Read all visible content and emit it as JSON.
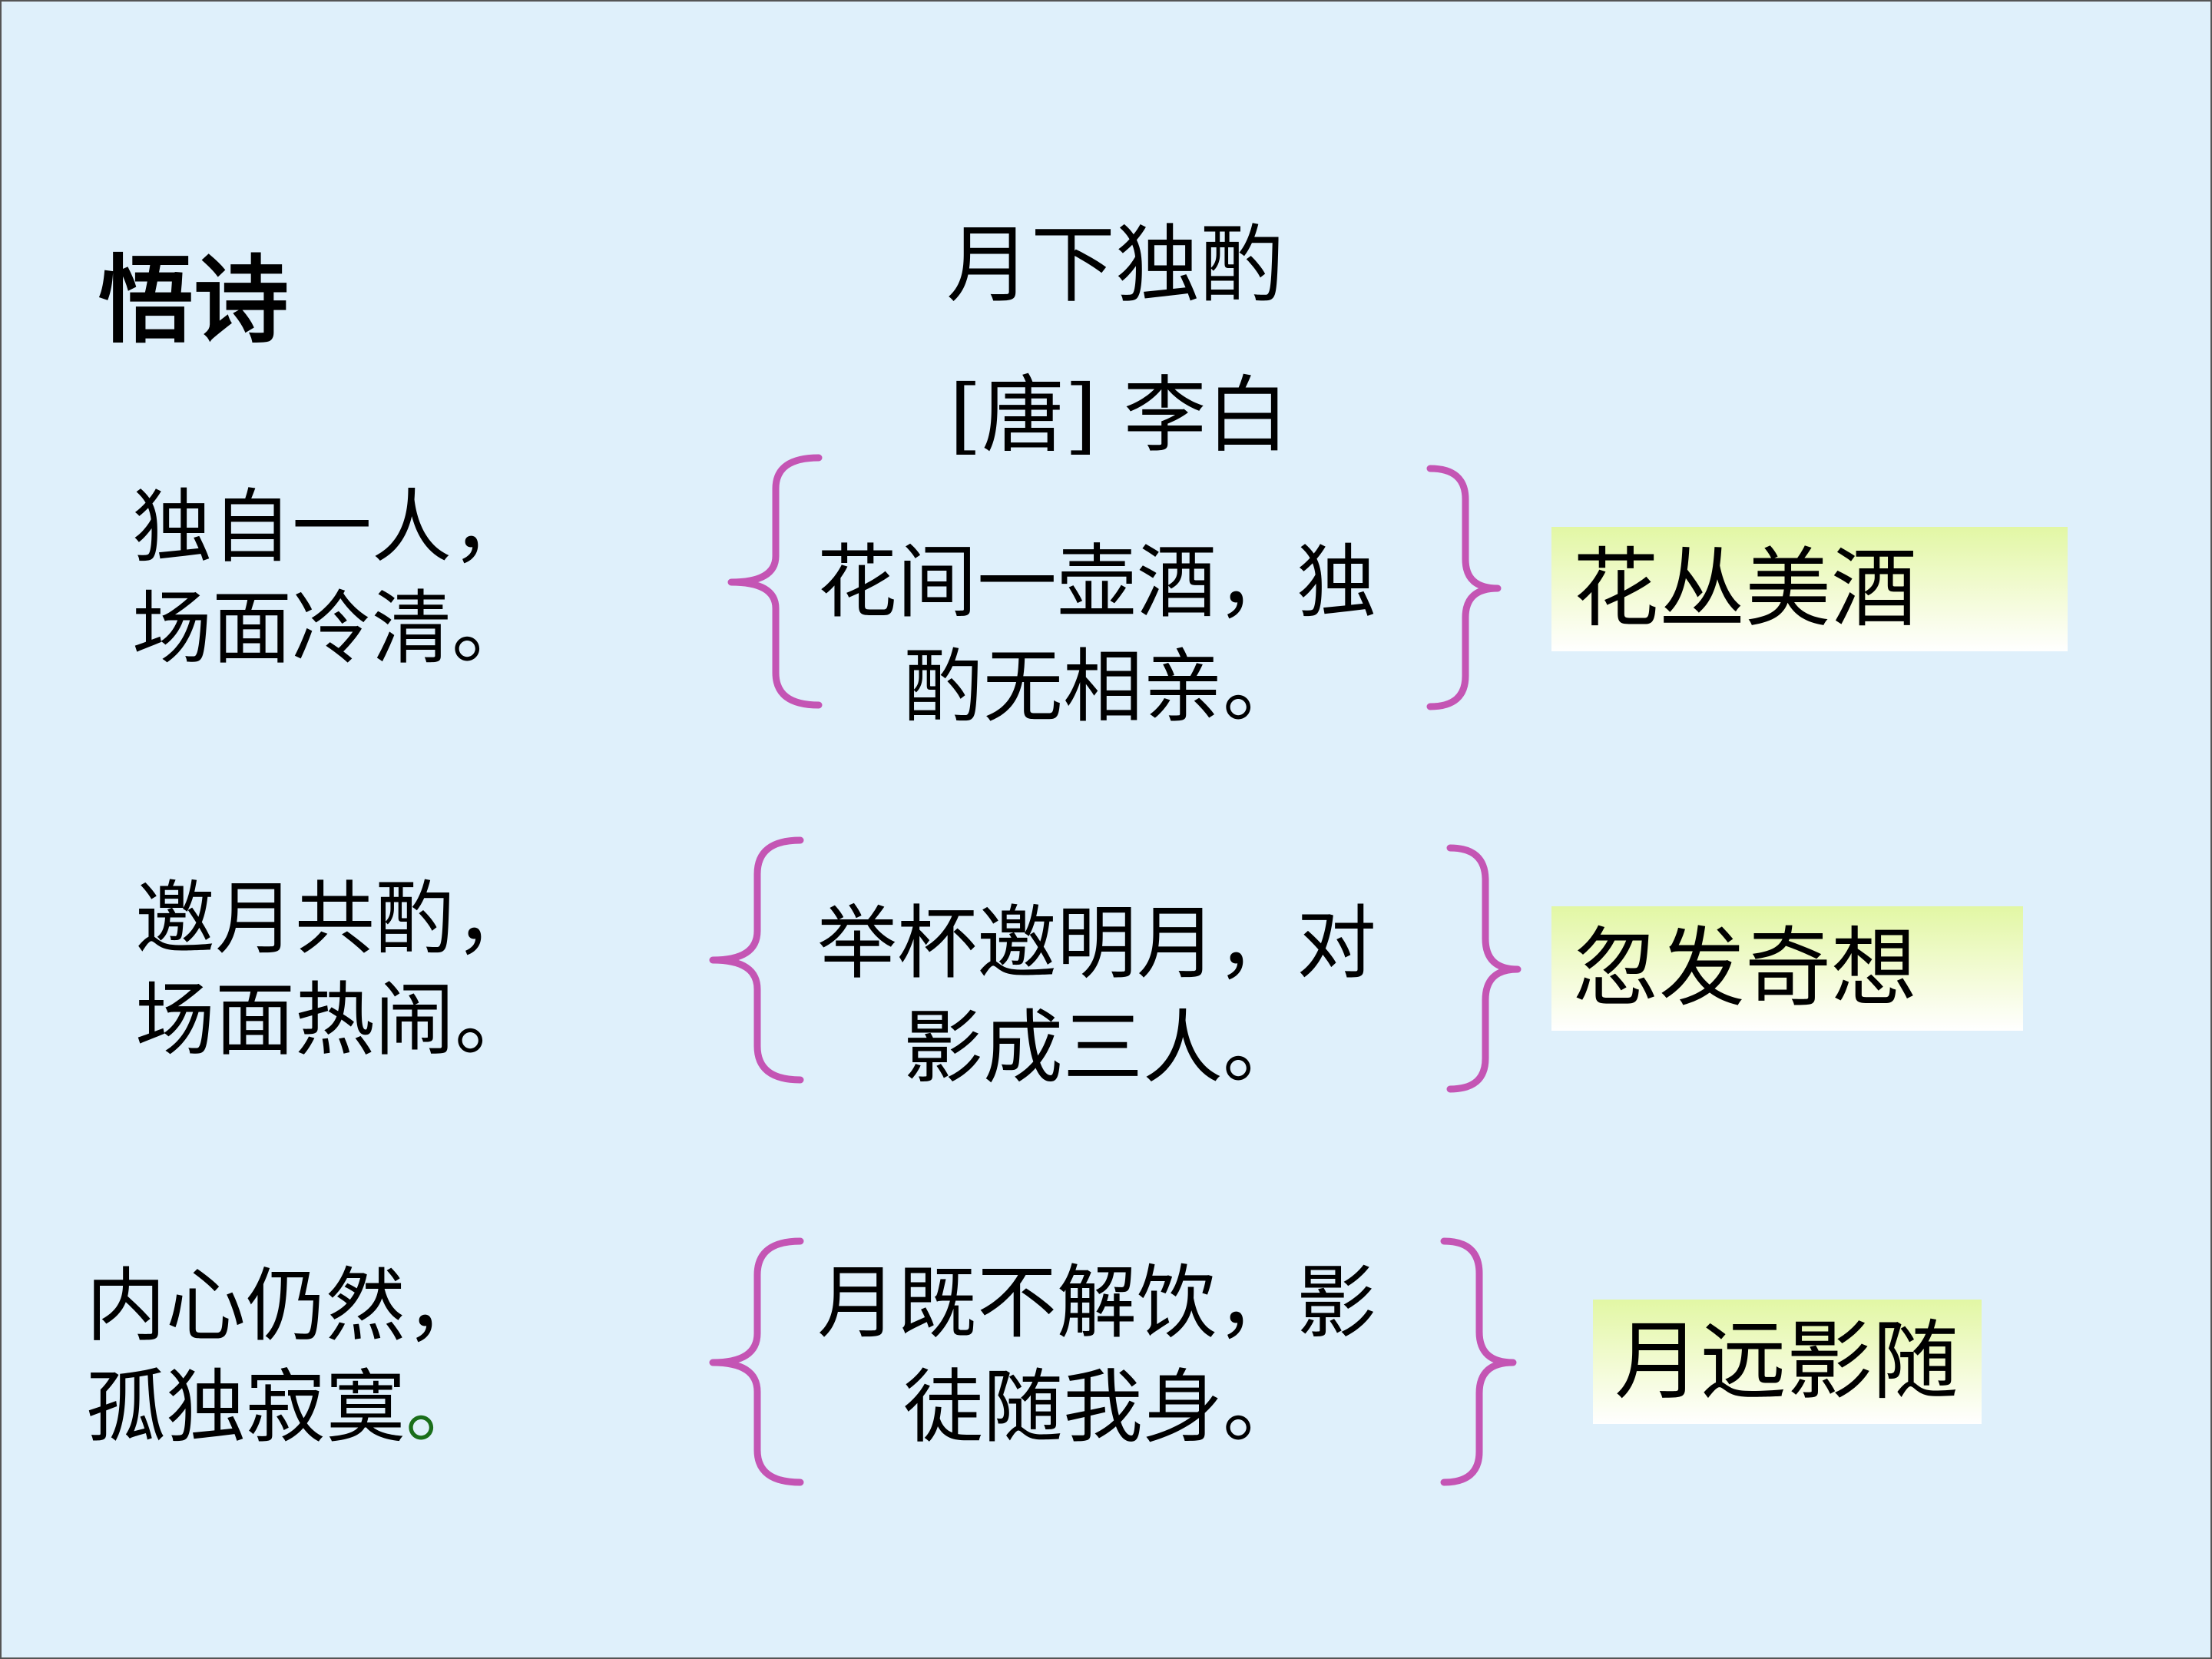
{
  "section_title": "悟诗",
  "poem": {
    "title": "月下独酌",
    "author": "[唐] 李白"
  },
  "rows": [
    {
      "note_line1": "独自一人，",
      "note_line2": "场面冷清。",
      "verse_line1": "花间一壶酒，独",
      "verse_line2": "酌无相亲。",
      "summary": "花丛美酒"
    },
    {
      "note_line1": "邀月共酌，",
      "note_line2": "场面热闹。",
      "verse_line1": "举杯邀明月，对",
      "verse_line2": "影成三人。",
      "summary": "忽发奇想"
    },
    {
      "note_line1": "内心仍然，",
      "note_line2": "孤独寂寞",
      "note_line2_end": "。",
      "verse_line1": "月既不解饮，影",
      "verse_line2": "徒随我身。",
      "summary": "月远影随"
    }
  ],
  "colors": {
    "background": "#dff0fb",
    "brace": "#c455b4",
    "summary_gradient_top": "#e2f7a4",
    "summary_gradient_bottom": "#ffffff",
    "accent_dot": "#1a6e1a"
  }
}
